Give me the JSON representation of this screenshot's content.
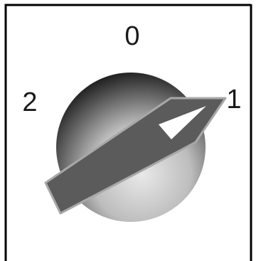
{
  "diagram": {
    "position_labels": {
      "top": "0",
      "left": "2",
      "right": "1"
    }
  },
  "colors": {
    "frame": "#000000",
    "knob_outer": "#0b0b0b",
    "knob_inner": "#e9e9e9",
    "lever_fill": "#5b5b5b",
    "lever_stroke": "#a8a8a8",
    "indicator": "#ffffff"
  }
}
